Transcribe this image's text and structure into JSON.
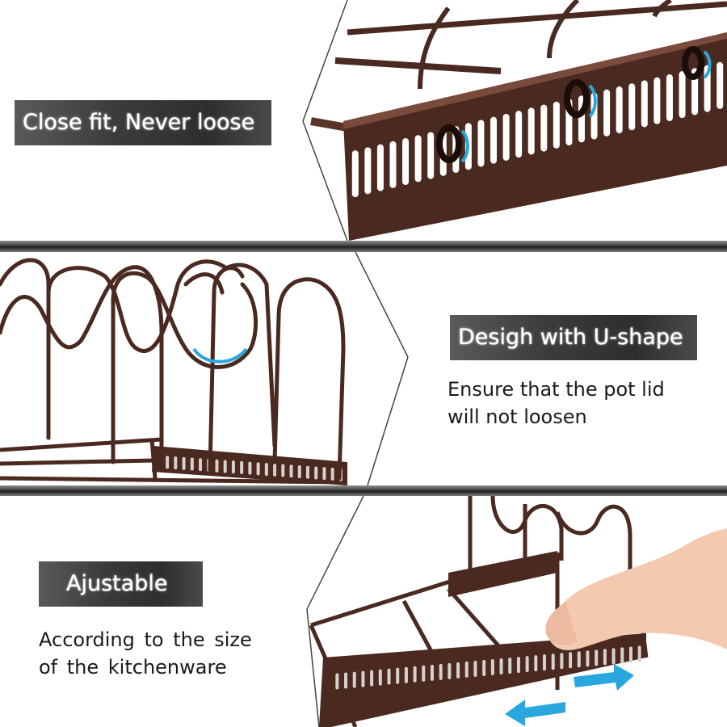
{
  "panels": [
    {
      "heading": "Close fit, Never loose"
    },
    {
      "heading": "Desigh with U-shape",
      "description": [
        "Ensure that the pot lid",
        "will not loosen"
      ]
    },
    {
      "heading": "Ajustable",
      "description": [
        "According to the size",
        "of the kitchenware"
      ]
    }
  ],
  "colors": {
    "rack": "#4a2a20",
    "rack_light": "#7a4a3c",
    "accent_arrow": "#29a8e0",
    "label_bg": "#3b3b3b"
  },
  "icons": [
    "double-arrow-icon",
    "rotation-arrow-icon"
  ]
}
